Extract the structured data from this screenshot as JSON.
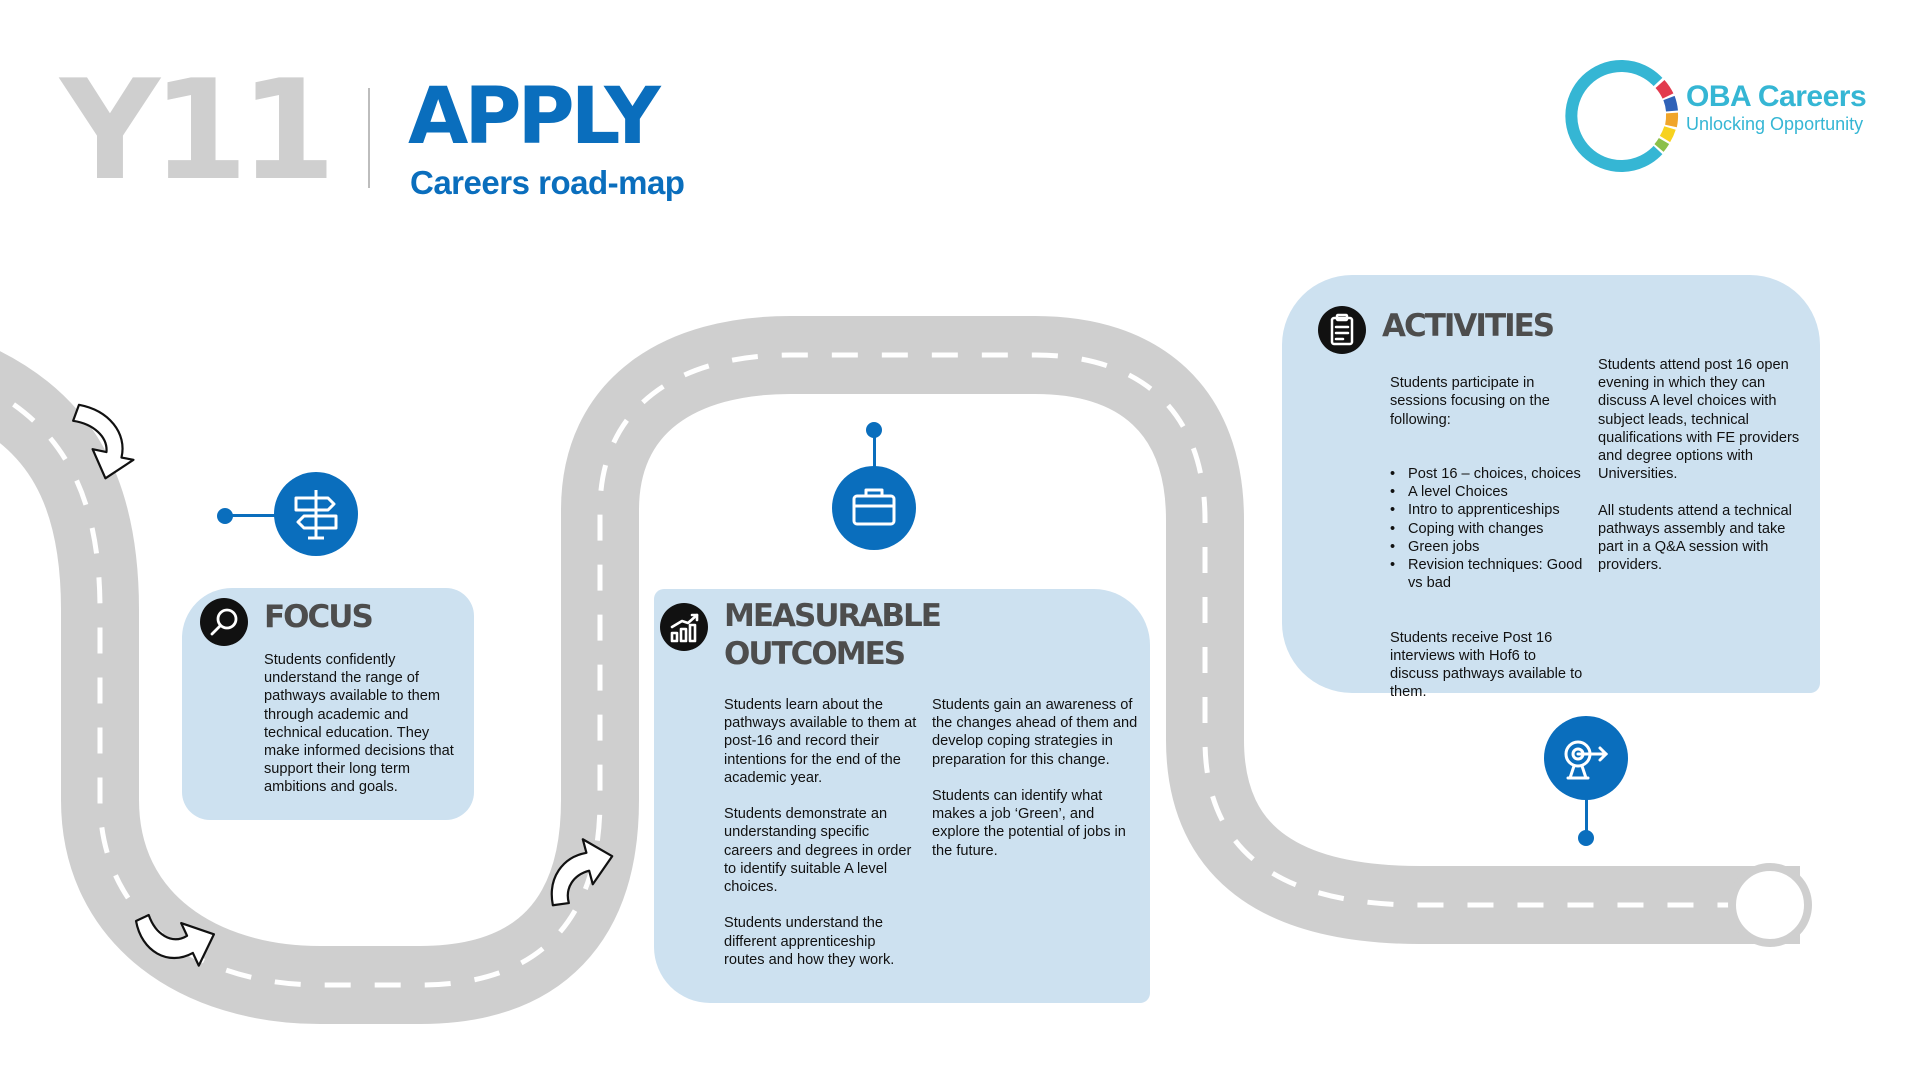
{
  "header": {
    "year": "Y11",
    "title": "APPLY",
    "subtitle": "Careers road-map"
  },
  "logo": {
    "name": "OBA Careers",
    "tagline": "Unlocking Opportunity",
    "colors": [
      "#35b6d4",
      "#e23b4e",
      "#2f62b8",
      "#f0a52a",
      "#f7d21e",
      "#8cc04a"
    ]
  },
  "colors": {
    "accent": "#0a6ebd",
    "card": "#cde1f0",
    "road": "#cfcfcf",
    "heading": "#4d4d4d"
  },
  "focus": {
    "heading": "FOCUS",
    "icon": "magnifier-icon",
    "text": "Students confidently understand the range of pathways available to them through academic and technical education. They make informed decisions that support their long term ambitions and goals."
  },
  "outcomes": {
    "heading_line1": "MEASURABLE",
    "heading_line2": "OUTCOMES",
    "icon": "chart-icon",
    "col1": "Students learn about the pathways available to them at post-16 and record their intentions for the end of the academic year.\n\nStudents demonstrate an understanding specific careers and degrees in order to identify suitable A level choices.\n\nStudents understand the different apprenticeship routes and how they work.",
    "col2": "Students gain an awareness of the changes ahead of them and develop coping strategies in preparation for this change.\n\nStudents can identify what makes a job ‘Green’, and explore the potential of jobs in the future."
  },
  "activities": {
    "heading": "ACTIVITIES",
    "icon": "clipboard-icon",
    "intro": "Students participate in sessions focusing on the following:",
    "items": [
      "Post 16 – choices, choices",
      "A level Choices",
      "Intro to apprenticeships",
      "Coping with changes",
      "Green jobs",
      "Revision techniques: Good vs bad"
    ],
    "after": "Students receive Post 16 interviews with Hof6 to discuss pathways available to them.",
    "col2": "Students attend post 16 open evening in which they can discuss A level choices with subject leads, technical qualifications with FE providers and degree options with Universities.\n\nAll students attend a technical pathways assembly and take part in a Q&A session with providers."
  },
  "milestones": [
    "signpost-icon",
    "briefcase-icon",
    "target-icon"
  ]
}
